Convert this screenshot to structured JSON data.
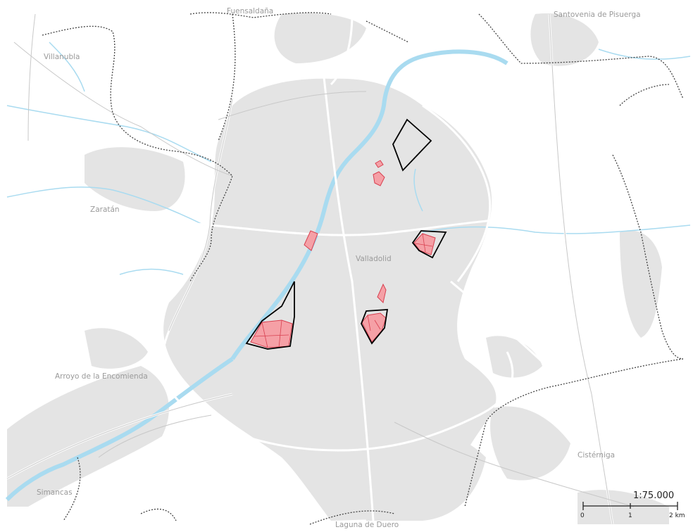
{
  "map": {
    "places": {
      "fuensaldana": "Fuensaldaña",
      "santovenia": "Santovenia de Pisuerga",
      "villanubla": "Villanubla",
      "zaratan": "Zaratán",
      "valladolid": "Valladolid",
      "arroyo": "Arroyo de la Encomienda",
      "ciguenuela": "Cistérniga",
      "simancas": "Simancas",
      "laguna": "Laguna de Duero"
    },
    "scale": {
      "ratio": "1:75.000",
      "tick0": "0",
      "tick1": "1",
      "tick2": "2 km"
    },
    "colors": {
      "urban": "#e3e3e3",
      "river": "#a9dbf0",
      "road": "#ffffff",
      "highlight": "#f59aa0",
      "outline": "#000000",
      "boundary": "#444444"
    }
  }
}
